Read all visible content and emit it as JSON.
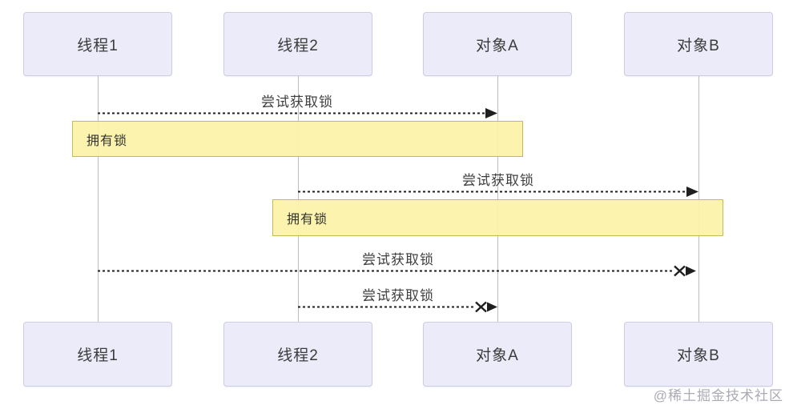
{
  "diagram": {
    "type": "sequence-diagram",
    "topic": "thread deadlock",
    "actors": [
      {
        "id": "thread1",
        "label": "线程1"
      },
      {
        "id": "thread2",
        "label": "线程2"
      },
      {
        "id": "objectA",
        "label": "对象A"
      },
      {
        "id": "objectB",
        "label": "对象B"
      }
    ],
    "messages": [
      {
        "from": "线程1",
        "to": "对象A",
        "label": "尝试获取锁",
        "style": "dotted",
        "result": "arrow"
      },
      {
        "from": "线程2",
        "to": "对象B",
        "label": "尝试获取锁",
        "style": "dotted",
        "result": "arrow"
      },
      {
        "from": "线程1",
        "to": "对象B",
        "label": "尝试获取锁",
        "style": "dotted",
        "result": "blocked-cross"
      },
      {
        "from": "线程2",
        "to": "对象A",
        "label": "尝试获取锁",
        "style": "dotted",
        "result": "blocked-cross"
      }
    ],
    "notes": [
      {
        "label": "拥有锁",
        "over": "线程1..对象A"
      },
      {
        "label": "拥有锁",
        "over": "线程2..对象B"
      }
    ],
    "colors": {
      "actor_fill": "#EBEBF9",
      "actor_border": "#CDCDE4",
      "note_fill": "#FCF3A8",
      "note_border": "#C5BA55",
      "lifeline": "#BDBDC8",
      "message": "#1f1f1f",
      "text": "#3b3b3b",
      "watermark_text": "#9C9CA8"
    },
    "watermark": "@稀土掘金技术社区"
  }
}
